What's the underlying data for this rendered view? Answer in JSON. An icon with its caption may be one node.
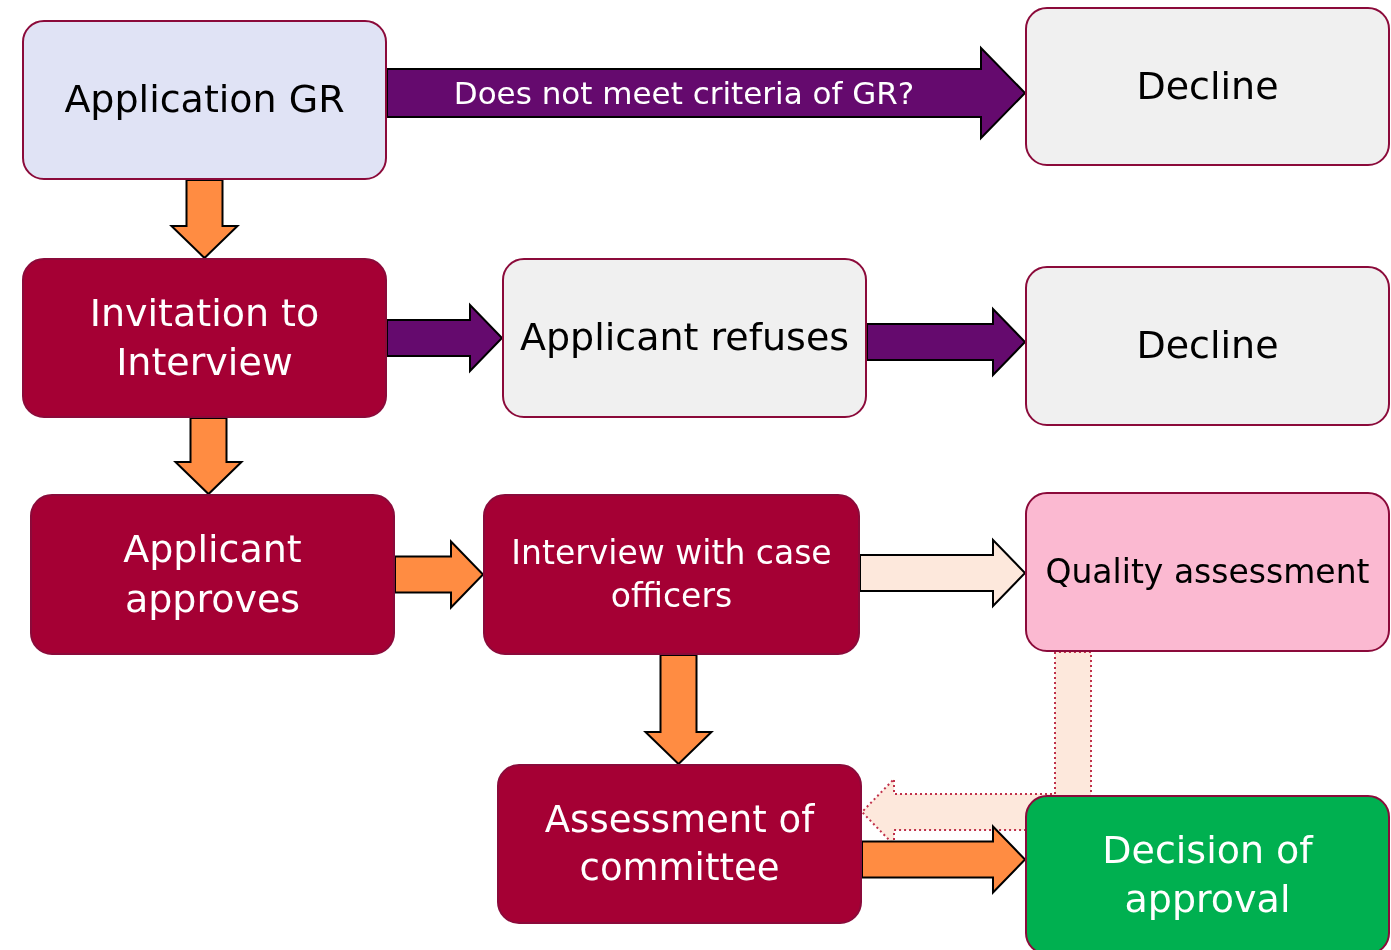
{
  "diagram": {
    "nodes": [
      {
        "text": [
          "Application GR"
        ]
      },
      {
        "text": [
          "Decline"
        ]
      },
      {
        "text": [
          "Invitation to Interview"
        ]
      },
      {
        "text": [
          "Applicant refuses"
        ]
      },
      {
        "text": [
          "Decline"
        ]
      },
      {
        "text": [
          "Applicant approves"
        ]
      },
      {
        "text": [
          "Interview with case officers"
        ]
      },
      {
        "text": [
          "Quality assessment"
        ]
      },
      {
        "text": [
          "Assessment of committee"
        ]
      },
      {
        "text": [
          "Decision of approval"
        ]
      }
    ],
    "edges": [
      {
        "from": 0,
        "to": 1,
        "arrow": "to",
        "label": "Does not meet criteria of GR?",
        "color": "#650a6e"
      },
      {
        "from": 0,
        "to": 2,
        "arrow": "to"
      },
      {
        "from": 2,
        "to": 3,
        "arrow": "to",
        "color": "#650a6e"
      },
      {
        "from": 3,
        "to": 4,
        "arrow": "to",
        "color": "#650a6e"
      },
      {
        "from": 2,
        "to": 5,
        "arrow": "to"
      },
      {
        "from": 5,
        "to": 6,
        "arrow": "to"
      },
      {
        "from": 6,
        "to": 7,
        "arrow": "to",
        "color": "#fde8dc"
      },
      {
        "from": 6,
        "to": 8,
        "arrow": "to"
      },
      {
        "from": 7,
        "to": 8,
        "arrow": "to",
        "style": "dashed",
        "color": "#fde8dc"
      },
      {
        "from": 8,
        "to": 9,
        "arrow": "to"
      }
    ]
  }
}
